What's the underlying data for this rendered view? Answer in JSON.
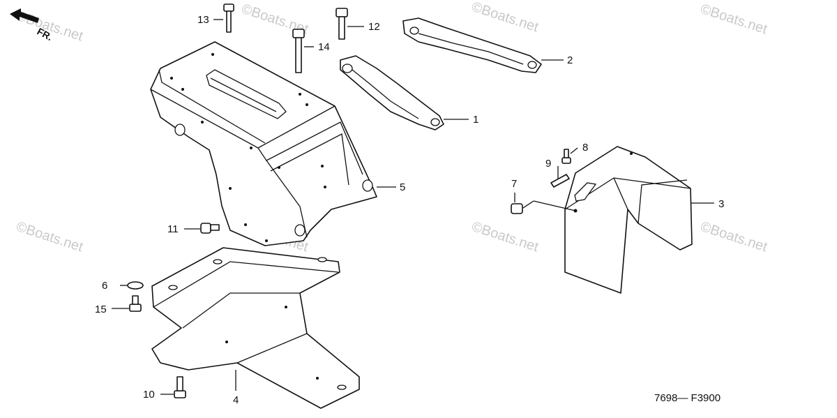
{
  "watermark": "©Boats.net",
  "direction_label": "FR.",
  "figure_code": "7698— F3900",
  "callouts": {
    "p1": "1",
    "p2": "2",
    "p3": "3",
    "p4": "4",
    "p5": "5",
    "p6": "6",
    "p7": "7",
    "p8": "8",
    "p9": "9",
    "p10": "10",
    "p11": "11",
    "p12": "12",
    "p13": "13",
    "p14": "14",
    "p15": "15"
  }
}
